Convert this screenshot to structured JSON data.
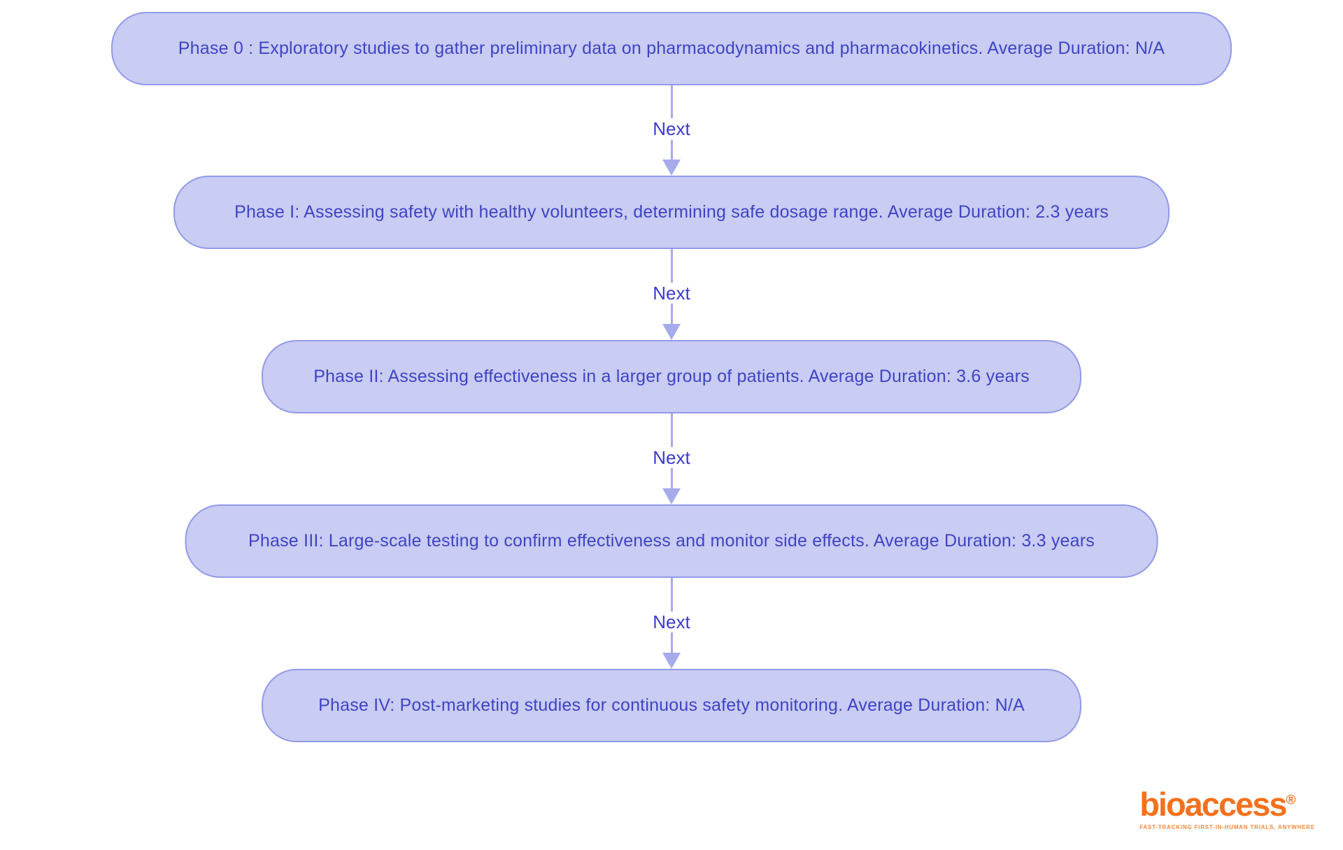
{
  "flowchart": {
    "nodes": [
      {
        "id": "phase-0",
        "label": "Phase 0 : Exploratory studies to gather preliminary data on pharmacodynamics and pharmacokinetics. Average Duration: N/A"
      },
      {
        "id": "phase-1",
        "label": "Phase I: Assessing safety with healthy volunteers, determining safe dosage range. Average Duration: 2.3 years"
      },
      {
        "id": "phase-2",
        "label": "Phase II: Assessing effectiveness in a larger group of patients. Average Duration: 3.6 years"
      },
      {
        "id": "phase-3",
        "label": "Phase III: Large-scale testing to confirm effectiveness and monitor side effects. Average Duration: 3.3 years"
      },
      {
        "id": "phase-4",
        "label": "Phase IV: Post-marketing studies for continuous safety monitoring. Average Duration: N/A"
      }
    ],
    "edge_label": "Next",
    "colors": {
      "node_fill": "#C9CCF3",
      "node_border": "#939AE8",
      "node_text": "#3F44C4",
      "edge_label_text": "#3A3ACF",
      "arrow": "#A5ABEB",
      "background": "#FFFFFF"
    }
  },
  "logo": {
    "wordmark": "bioaccess",
    "registered_mark": "®",
    "tagline": "FAST-TRACKING FIRST-IN-HUMAN TRIALS, ANYWHERE",
    "color": "#F4711D",
    "tagline_color": "#F58638"
  }
}
